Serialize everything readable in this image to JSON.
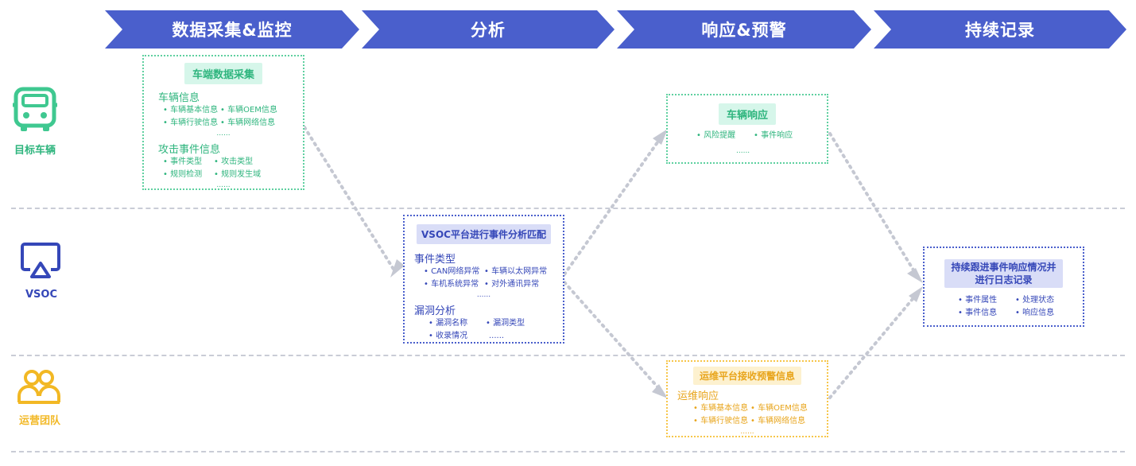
{
  "phases": [
    "数据采集&监控",
    "分析",
    "响应&预警",
    "持续记录"
  ],
  "lanes": {
    "vehicle": {
      "label": "目标车辆",
      "icon": "car-icon",
      "color": "#2fb57e"
    },
    "vsoc": {
      "label": "VSOC",
      "icon": "monitor-icon",
      "color": "#3547b8"
    },
    "ops": {
      "label": "运营团队",
      "icon": "team-icon",
      "color": "#f2b824"
    }
  },
  "collect": {
    "title": "车端数据采集",
    "vehicle_info": {
      "heading": "车辆信息",
      "row1": [
        "• 车辆基本信息",
        "• 车辆OEM信息"
      ],
      "row2": [
        "• 车辆行驶信息",
        "• 车辆网络信息"
      ],
      "more": "......"
    },
    "attack_info": {
      "heading": "攻击事件信息",
      "row1": [
        "• 事件类型",
        "• 攻击类型"
      ],
      "row2": [
        "• 规则检测",
        "• 规则发生域"
      ],
      "more": "......"
    }
  },
  "analysis": {
    "title": "VSOC平台进行事件分析匹配",
    "event_type": {
      "heading": "事件类型",
      "row1": [
        "• CAN网络异常",
        "• 车辆以太网异常"
      ],
      "row2": [
        "• 车机系统异常",
        "• 对外通讯异常"
      ],
      "more": "......"
    },
    "vuln": {
      "heading": "漏洞分析",
      "row1": [
        "• 漏洞名称",
        "• 漏洞类型"
      ],
      "row2": [
        "• 收录情况",
        "......"
      ]
    }
  },
  "vehicle_response": {
    "title": "车辆响应",
    "row1": [
      "• 风险提醒",
      "• 事件响应"
    ],
    "more": "......"
  },
  "ops_response": {
    "title": "运维平台接收预警信息",
    "heading": "运维响应",
    "row1": [
      "• 车辆基本信息",
      "• 车辆OEM信息"
    ],
    "row2": [
      "• 车辆行驶信息",
      "• 车辆网络信息"
    ],
    "more": "......"
  },
  "record": {
    "title_line1": "持续跟进事件响应情况并",
    "title_line2": "进行日志记录",
    "row1": [
      "• 事件属性",
      "• 处理状态"
    ],
    "row2": [
      "• 事件信息",
      "• 响应信息"
    ]
  }
}
